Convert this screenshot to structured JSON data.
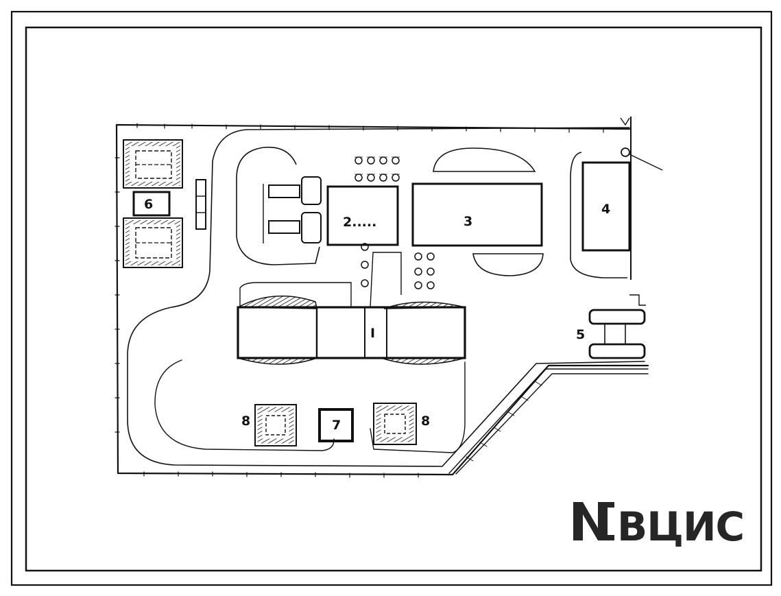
{
  "labels": {
    "main_building": "I",
    "b2": "2.....",
    "b3": "3",
    "b4": "4",
    "b5": "5",
    "b6": "6",
    "b7": "7",
    "b8_left": "8",
    "b8_right": "8"
  },
  "logo": {
    "text": "ВЦИС"
  },
  "colors": {
    "ink": "#111111",
    "logo": "#262626",
    "background": "#ffffff"
  }
}
